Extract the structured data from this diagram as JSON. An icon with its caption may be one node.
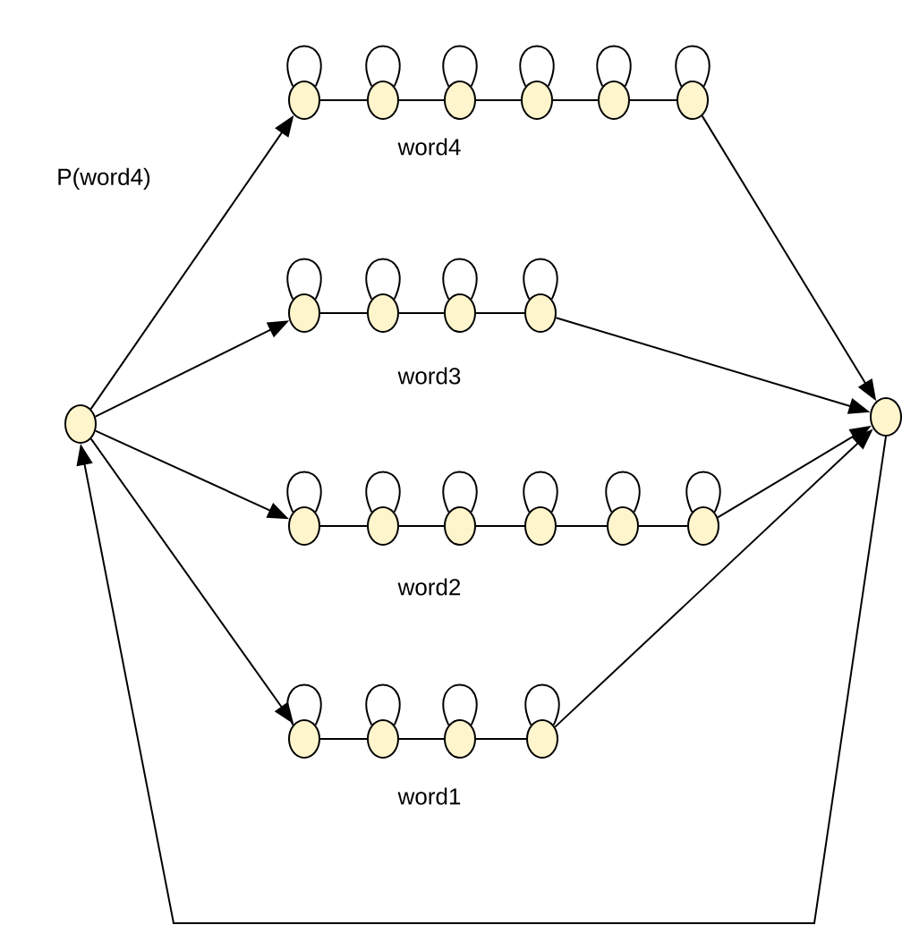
{
  "diagram": {
    "nodes": [
      {
        "text": [],
        "shape": "circle"
      },
      {
        "text": [],
        "shape": "circle"
      },
      {
        "text": [],
        "shape": "circle"
      },
      {
        "text": [],
        "shape": "circle"
      },
      {
        "text": [],
        "shape": "circle"
      },
      {
        "text": [],
        "shape": "circle"
      },
      {
        "text": [],
        "shape": "circle"
      },
      {
        "text": [],
        "shape": "circle"
      },
      {
        "text": [],
        "shape": "circle"
      },
      {
        "text": [],
        "shape": "circle"
      },
      {
        "text": [],
        "shape": "circle"
      },
      {
        "text": [],
        "shape": "circle"
      },
      {
        "text": [],
        "shape": "circle"
      },
      {
        "text": [],
        "shape": "circle"
      },
      {
        "text": [],
        "shape": "circle"
      },
      {
        "text": [],
        "shape": "circle"
      },
      {
        "text": [],
        "shape": "circle"
      },
      {
        "text": [],
        "shape": "circle"
      },
      {
        "text": [],
        "shape": "circle"
      },
      {
        "text": [],
        "shape": "circle"
      },
      {
        "text": [],
        "shape": "circle"
      },
      {
        "text": [],
        "shape": "circle"
      }
    ],
    "edges": [
      {
        "from": 0,
        "to": 1,
        "arrow": "to",
        "label": "P(word4)"
      },
      {
        "from": 0,
        "to": 7,
        "arrow": "to"
      },
      {
        "from": 0,
        "to": 11,
        "arrow": "to"
      },
      {
        "from": 0,
        "to": 17,
        "arrow": "to"
      },
      {
        "from": 1,
        "to": 1,
        "arrow": "none"
      },
      {
        "from": 2,
        "to": 2,
        "arrow": "none"
      },
      {
        "from": 3,
        "to": 3,
        "arrow": "none"
      },
      {
        "from": 4,
        "to": 4,
        "arrow": "none"
      },
      {
        "from": 5,
        "to": 5,
        "arrow": "none"
      },
      {
        "from": 6,
        "to": 6,
        "arrow": "none"
      },
      {
        "from": 1,
        "to": 2,
        "arrow": "none"
      },
      {
        "from": 2,
        "to": 3,
        "arrow": "none"
      },
      {
        "from": 3,
        "to": 4,
        "arrow": "none"
      },
      {
        "from": 4,
        "to": 5,
        "arrow": "none"
      },
      {
        "from": 5,
        "to": 6,
        "arrow": "none"
      },
      {
        "from": 7,
        "to": 7,
        "arrow": "none"
      },
      {
        "from": 8,
        "to": 8,
        "arrow": "none"
      },
      {
        "from": 9,
        "to": 9,
        "arrow": "none"
      },
      {
        "from": 10,
        "to": 10,
        "arrow": "none"
      },
      {
        "from": 7,
        "to": 8,
        "arrow": "none"
      },
      {
        "from": 8,
        "to": 9,
        "arrow": "none"
      },
      {
        "from": 9,
        "to": 10,
        "arrow": "none"
      },
      {
        "from": 11,
        "to": 11,
        "arrow": "none"
      },
      {
        "from": 12,
        "to": 12,
        "arrow": "none"
      },
      {
        "from": 13,
        "to": 13,
        "arrow": "none"
      },
      {
        "from": 14,
        "to": 14,
        "arrow": "none"
      },
      {
        "from": 15,
        "to": 15,
        "arrow": "none"
      },
      {
        "from": 16,
        "to": 16,
        "arrow": "none"
      },
      {
        "from": 11,
        "to": 12,
        "arrow": "none"
      },
      {
        "from": 12,
        "to": 13,
        "arrow": "none"
      },
      {
        "from": 13,
        "to": 14,
        "arrow": "none"
      },
      {
        "from": 14,
        "to": 15,
        "arrow": "none"
      },
      {
        "from": 15,
        "to": 16,
        "arrow": "none"
      },
      {
        "from": 17,
        "to": 17,
        "arrow": "none"
      },
      {
        "from": 18,
        "to": 18,
        "arrow": "none"
      },
      {
        "from": 19,
        "to": 19,
        "arrow": "none"
      },
      {
        "from": 20,
        "to": 20,
        "arrow": "none"
      },
      {
        "from": 17,
        "to": 18,
        "arrow": "none"
      },
      {
        "from": 18,
        "to": 19,
        "arrow": "none"
      },
      {
        "from": 19,
        "to": 20,
        "arrow": "none"
      },
      {
        "from": 6,
        "to": 21,
        "arrow": "to"
      },
      {
        "from": 10,
        "to": 21,
        "arrow": "to"
      },
      {
        "from": 16,
        "to": 21,
        "arrow": "to"
      },
      {
        "from": 20,
        "to": 21,
        "arrow": "to"
      },
      {
        "from": 21,
        "to": 0,
        "arrow": "to"
      }
    ],
    "labels": [
      "word4",
      "word3",
      "word2",
      "word1"
    ]
  }
}
